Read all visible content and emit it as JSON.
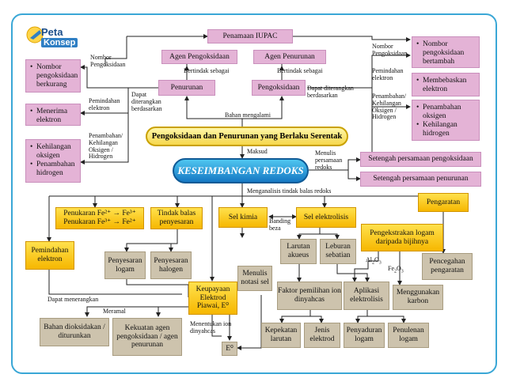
{
  "logo": {
    "line1": "Peta",
    "line2": "Konsep"
  },
  "boxes": {
    "iupac": "Penamaan IUPAC",
    "agen_pengoksidaan": "Agen Pengoksidaan",
    "agen_penurunan": "Agen Penurunan",
    "penurunan": "Penurunan",
    "pengoksidaan": "Pengoksidaan",
    "left_list_1": [
      "Nombor pengoksidaan berkurang"
    ],
    "left_list_2": [
      "Menerima elektron"
    ],
    "left_list_3": [
      "Kehilangan oksigen",
      "Penambahan hidrogen"
    ],
    "right_list_1": [
      "Nombor pengoksidaan bertambah"
    ],
    "right_list_2": [
      "Membebaskan elektron"
    ],
    "right_list_3": [
      "Penambahan oksigen",
      "Kehilangan hidrogen"
    ],
    "banner": "Pengoksidaan dan Penurunan yang Berlaku Serentak",
    "main": "KESEIMBANGAN REDOKS",
    "setengah_oks": "Setengah persamaan pengoksidaan",
    "setengah_pen": "Setengah persamaan penurunan",
    "penukaran_1": "Penukaran Fe²⁺ → Fe³⁺",
    "penukaran_2": "Penukaran Fe³⁺ → Fe²⁺",
    "tindak_balas": "Tindak balas penyesaran",
    "sel_kimia": "Sel kimia",
    "sel_elektrolisis": "Sel elektrolisis",
    "pengaratan": "Pengaratan",
    "pemindahan": "Pemindahan elektron",
    "penyesaran_logam": "Penyesaran logam",
    "penyesaran_halogen": "Penyesaran halogen",
    "keupayaan": "Keupayaan Elektrod Piawai, E⁰",
    "menulis_notasi": "Menulis notasi sel",
    "larutan_akueus": "Larutan akueus",
    "leburan": "Leburan sebatian",
    "pengekstrakan": "Pengekstrakan logam daripada bijihnya",
    "pencegahan": "Pencegahan pengaratan",
    "faktor": "Faktor pemilihan ion dinyahcas",
    "aplikasi": "Aplikasi elektrolisis",
    "menggunakan": "Menggunakan karbon",
    "bahan": "Bahan dioksidakan / diturunkan",
    "kekuatan": "Kekuatan agen pengoksidaan / agen penurunan",
    "kepekatan": "Kepekatan larutan",
    "jenis": "Jenis elektrod",
    "penyaduran": "Penyaduran logam",
    "penulenan": "Penulenan logam",
    "e0": "E⁰"
  },
  "labels": {
    "nombor_oks_left": "Nombor Pengoksidaan",
    "bertindak_1": "Bertindak sebagai",
    "bertindak_2": "Bertindak sebagai",
    "nombor_oks_right": "Nombor Pengoksidaan",
    "pemindahan_left": "Pemindahan elektron",
    "dapat_diterangkan_left": "Dapat diterangkan berdasarkan",
    "dapat_diterangkan_right": "Dapat diterangkan berdasarkan",
    "pemindahan_right": "Pemindahan elektron",
    "penambahan_left": "Penambahan/ Kehilangan Oksigen / Hidrogen",
    "penambahan_right": "Penambahan/ Kehilangan Oksigen / Hidrogen",
    "bahan_mengalami": "Bahan mengalami",
    "maksud": "Maksud",
    "menulis_persamaan": "Menulis persamaan redoks",
    "menganalisis": "Menganalisis tindak balas redoks",
    "banding_beza": "Banding beza",
    "al2o3_a": "Al",
    "al2o3_b": "2",
    "al2o3_c": "O",
    "al2o3_d": "3",
    "fe2o3_a": "Fe",
    "fe2o3_b": "2",
    "fe2o3_c": "O",
    "fe2o3_d": "3",
    "dapat_menerangkan": "Dapat menerangkan",
    "meramal": "Meramal",
    "menentukan": "Menentukan ion dinyahcas"
  }
}
